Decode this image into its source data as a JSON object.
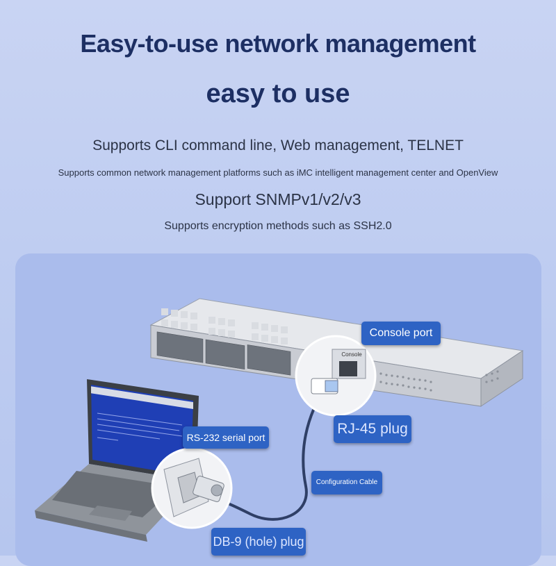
{
  "header": {
    "title": "Easy-to-use network management",
    "subtitle": "easy to use"
  },
  "features": [
    "Supports CLI command line, Web management, TELNET",
    "Supports common network management platforms such as iMC intelligent management center and OpenView",
    "Support SNMPv1/v2/v3",
    "Supports encryption methods such as SSH2.0"
  ],
  "diagram": {
    "switch_label": "Console",
    "callouts": {
      "console_port": "Console port",
      "rj45_plug": "RJ-45 plug",
      "rs232_port": "RS-232 serial port",
      "config_cable": "Configuration Cable",
      "db9_plug": "DB-9 (hole) plug"
    }
  },
  "colors": {
    "background": "#c2cff2",
    "title_text": "#1d2f63",
    "panel": "#aabcec",
    "callout": "#2e63c4"
  }
}
